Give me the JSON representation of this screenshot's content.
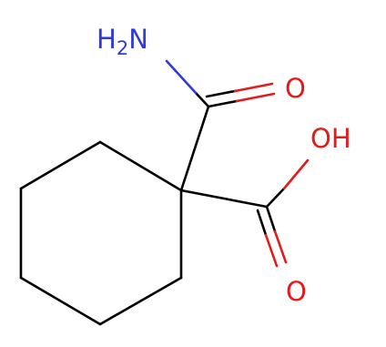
{
  "molecule": {
    "atoms": {
      "amine": {
        "symbol": "H",
        "subscript": "2",
        "element": "N"
      },
      "carbonyl_oxygen_amide": {
        "label": "O"
      },
      "hydroxyl": {
        "label": "OH"
      },
      "carbonyl_oxygen_acid": {
        "label": "O"
      }
    },
    "colors": {
      "carbon_bond": "#000000",
      "oxygen": "#e31b1b",
      "nitrogen": "#2f3bd8",
      "background": "#ffffff"
    }
  }
}
